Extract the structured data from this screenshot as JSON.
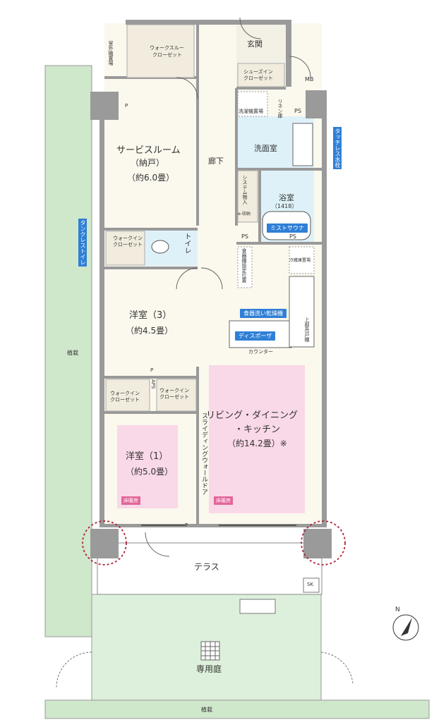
{
  "rooms": {
    "service_room": {
      "name": "サービスルーム",
      "sub": "（納戸）",
      "area": "（約6.0畳）"
    },
    "western3": {
      "name": "洋室（3）",
      "area": "（約4.5畳）"
    },
    "western1": {
      "name": "洋室（1）",
      "area": "（約5.0畳）"
    },
    "ldk": {
      "name1": "リビング・ダイニング",
      "name2": "・キッチン",
      "area": "（約14.2畳）※"
    },
    "entrance": "玄関",
    "corridor": "廊下",
    "washroom": "洗面室",
    "bath": "浴室",
    "bath_size": "（1418）",
    "toilet": "トイレ",
    "terrace": "テラス",
    "garden": "専用庭",
    "planting_bottom": "植栽",
    "planting_left": "植栽"
  },
  "closets": {
    "walk_through": "ウォークスルー",
    "walk_through2": "クローゼット",
    "shoes_in": "シューズイン",
    "shoes_in2": "クローゼット",
    "wic_service1": "ウォークイン",
    "wic_service2": "クローゼット",
    "wic_w1a": "ウォークイン",
    "wic_w1b": "クローゼット",
    "wic_w3a": "ウォークイン",
    "wic_w3b": "クローゼット"
  },
  "fixtures": {
    "laundry": "洗濯機置場",
    "linen": "リネン庫",
    "ps1": "PS",
    "ps2": "PS",
    "ps3": "PS",
    "mb": "MB",
    "system_storage": "システム物入",
    "e_storage": "e-収納",
    "dish_storage": "食器棚設定位置",
    "fridge": "冷蔵庫置場",
    "upper_cabinet": "上部吊戸棚",
    "counter": "カウンター",
    "sk": "SK",
    "aps": "APS",
    "ac_unit": "室外機置場",
    "p1": "P",
    "p2": "P",
    "p3": "P",
    "sliding_door": "スライディングウォールドア",
    "north": "N"
  },
  "badges": {
    "tankless_faucet": "タッチレス水栓",
    "tankless_toilet": "タンクレストイレ",
    "mist_sauna": "ミストサウナ",
    "dishwasher": "食器洗い乾燥機",
    "disposer": "ディスポーザ",
    "floor_heat1": "床暖房",
    "floor_heat2": "床暖房"
  },
  "colors": {
    "wall": "#9a9a9a",
    "floor": "#fbf8ee",
    "wet": "#dff1f8",
    "ldk": "#f9d8e7",
    "garden": "#ddf0db",
    "planting": "#cfe8cc",
    "badge": "#2f7fd6",
    "heat": "#e2669a"
  }
}
